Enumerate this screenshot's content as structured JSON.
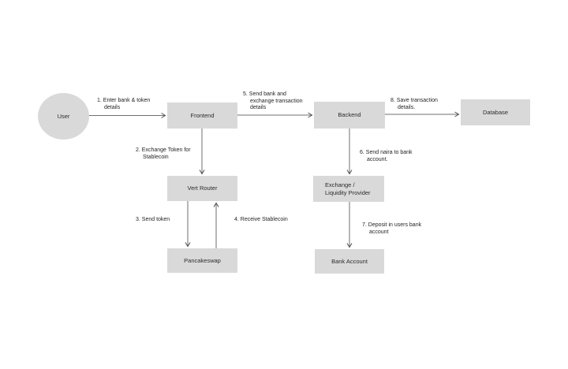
{
  "diagram": {
    "background": "#ffffff",
    "node_fill": "#d9d9d9",
    "line_color": "#6f6f6f",
    "arrow_color": "#4f4f4f",
    "text_color": "#1f1f1f"
  },
  "nodes": {
    "user": {
      "label": "User",
      "shape": "ellipse"
    },
    "frontend": {
      "label": "Frontend",
      "shape": "rect"
    },
    "backend": {
      "label": "Backend",
      "shape": "rect"
    },
    "database": {
      "label": "Database",
      "shape": "rect"
    },
    "vert_router": {
      "label": "Vert Router",
      "shape": "rect"
    },
    "pancakeswap": {
      "label": "Pancakeswap",
      "shape": "rect"
    },
    "exchange_liquidity_provider": {
      "label": "Exchange /\nLiquidity Provider",
      "shape": "rect"
    },
    "bank_account": {
      "label": "Bank Account",
      "shape": "rect"
    }
  },
  "edges": {
    "step1": {
      "label": "1. Enter bank & token\ndetails",
      "from": "user",
      "to": "frontend"
    },
    "step2": {
      "label": "2. Exchange Token for\nStablecoin",
      "from": "frontend",
      "to": "vert_router"
    },
    "step3": {
      "label": "3. Send token",
      "from": "vert_router",
      "to": "pancakeswap"
    },
    "step4": {
      "label": "4. Receive Stablecoin",
      "from": "pancakeswap",
      "to": "vert_router"
    },
    "step5": {
      "label": "5. Send bank and\nexchange transaction\ndetails",
      "from": "frontend",
      "to": "backend"
    },
    "step6": {
      "label": "6. Send naira to bank\naccount.",
      "from": "backend",
      "to": "exchange_liquidity_provider"
    },
    "step7": {
      "label": "7. Deposit in users bank\naccount",
      "from": "exchange_liquidity_provider",
      "to": "bank_account"
    },
    "step8": {
      "label": "8. Save transaction\ndetails.",
      "from": "backend",
      "to": "database"
    }
  }
}
